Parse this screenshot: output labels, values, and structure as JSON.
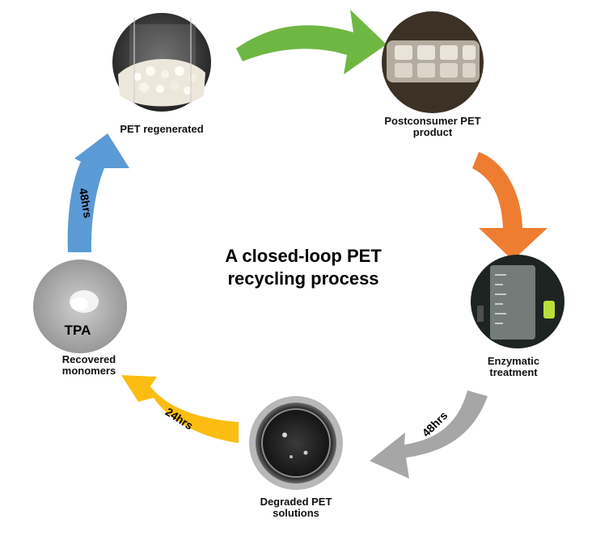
{
  "title": {
    "line1": "A closed-loop PET",
    "line2": "recycling process"
  },
  "steps": [
    {
      "label_line1": "PET regenerated",
      "label_line2": ""
    },
    {
      "label_line1": "Postconsumer PET",
      "label_line2": "product"
    },
    {
      "label_line1": "Enzymatic",
      "label_line2": "treatment"
    },
    {
      "label_line1": "Degraded PET",
      "label_line2": "solutions"
    },
    {
      "label_line1": "Recovered",
      "label_line2": "monomers",
      "photo_text": "TPA"
    }
  ],
  "arrows": [
    {
      "from": "PET regenerated",
      "to": "Postconsumer PET product",
      "color": "#6fb743",
      "duration": ""
    },
    {
      "from": "Postconsumer PET product",
      "to": "Enzymatic treatment",
      "color": "#ee7d31",
      "duration": ""
    },
    {
      "from": "Enzymatic treatment",
      "to": "Degraded PET solutions",
      "color": "#a6a6a6",
      "duration": "48hrs"
    },
    {
      "from": "Degraded PET solutions",
      "to": "Recovered monomers",
      "color": "#fcbd12",
      "duration": "24hrs"
    },
    {
      "from": "Recovered monomers",
      "to": "PET regenerated",
      "color": "#5b9bd5",
      "duration": "48hrs"
    }
  ]
}
